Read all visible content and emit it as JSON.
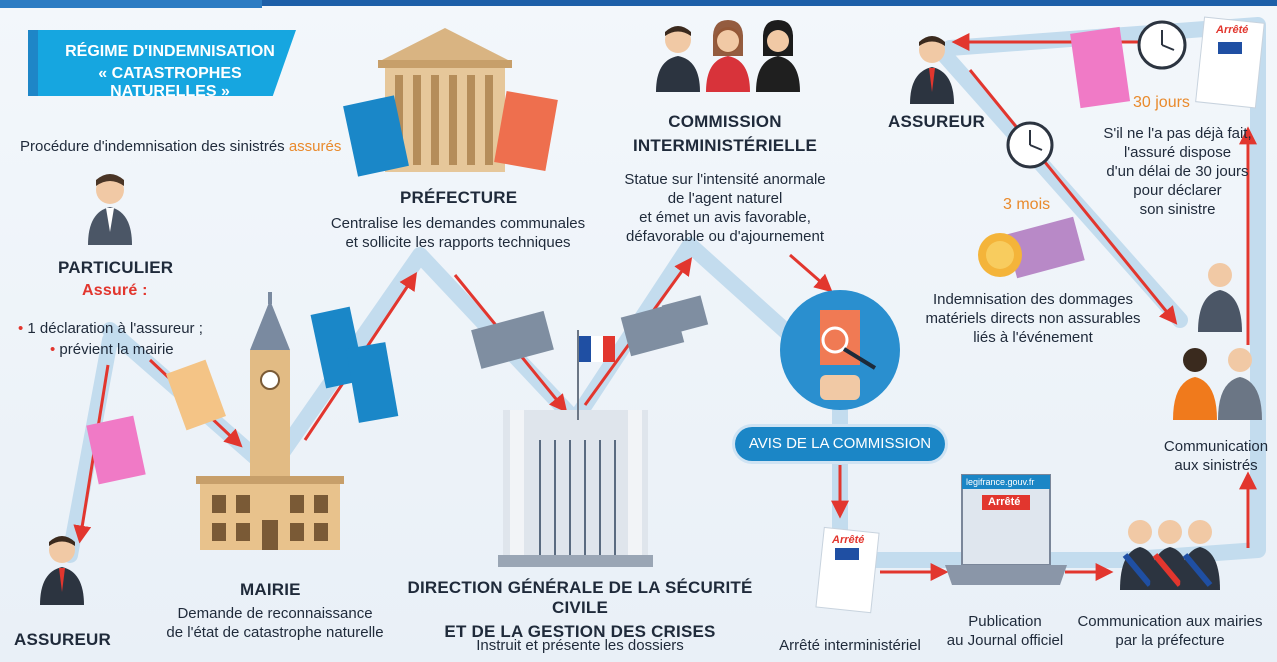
{
  "regime": {
    "line1": "RÉGIME D'INDEMNISATION",
    "line2": "« CATASTROPHES NATURELLES »"
  },
  "intro": {
    "prefix": "Procédure d'indemnisation des sinistrés ",
    "highlight": "assurés"
  },
  "particulier": {
    "title": "PARTICULIER",
    "subtitle": "Assuré :",
    "bullets": [
      "1 déclaration à l'assureur ;",
      "prévient la mairie"
    ]
  },
  "assureur_bottom": {
    "title": "ASSUREUR"
  },
  "mairie": {
    "title": "MAIRIE",
    "desc_line1": "Demande de reconnaissance",
    "desc_line2": "de l'état de catastrophe naturelle"
  },
  "prefecture": {
    "title": "PRÉFECTURE",
    "desc_line1": "Centralise les demandes communales",
    "desc_line2": "et sollicite les rapports techniques"
  },
  "dgscgc": {
    "title_line1": "DIRECTION GÉNÉRALE DE LA SÉCURITÉ CIVILE",
    "title_line2": "ET DE LA GESTION DES CRISES",
    "desc": "Instruit et présente les dossiers"
  },
  "commission": {
    "title_line1": "COMMISSION",
    "title_line2": "INTERMINISTÉRIELLE",
    "desc_lines": [
      "Statue sur l'intensité anormale",
      "de l'agent naturel",
      "et émet un avis favorable,",
      "défavorable ou d'ajournement"
    ]
  },
  "avis": {
    "label": "AVIS DE LA COMMISSION"
  },
  "arrete_doc": {
    "badge": "Arrêté",
    "caption": "Arrêté interministériel"
  },
  "publication": {
    "site": "legifrance.gouv.fr",
    "badge": "Arrêté",
    "caption_line1": "Publication",
    "caption_line2": "au Journal officiel"
  },
  "mairies": {
    "caption_line1": "Communication aux mairies",
    "caption_line2": "par la préfecture"
  },
  "sinistres": {
    "caption_line1": "Communication",
    "caption_line2": "aux sinistrés"
  },
  "assureur_top": {
    "title": "ASSUREUR"
  },
  "arrete_top": {
    "badge": "Arrêté"
  },
  "delay_30": {
    "label": "30 jours",
    "desc_lines": [
      "S'il ne l'a pas déjà fait,",
      "l'assuré dispose",
      "d'un délai de 30 jours",
      "pour déclarer",
      "son sinistre"
    ]
  },
  "delay_3m": {
    "label": "3 mois"
  },
  "indemnisation": {
    "desc_lines": [
      "Indemnisation des dommages",
      "matériels directs non assurables",
      "liés à l'événement"
    ]
  },
  "colors": {
    "accent_blue": "#1b86c6",
    "arrow_red": "#e2362e",
    "path_light_blue": "#c3dcee",
    "orange": "#e98a2c"
  }
}
